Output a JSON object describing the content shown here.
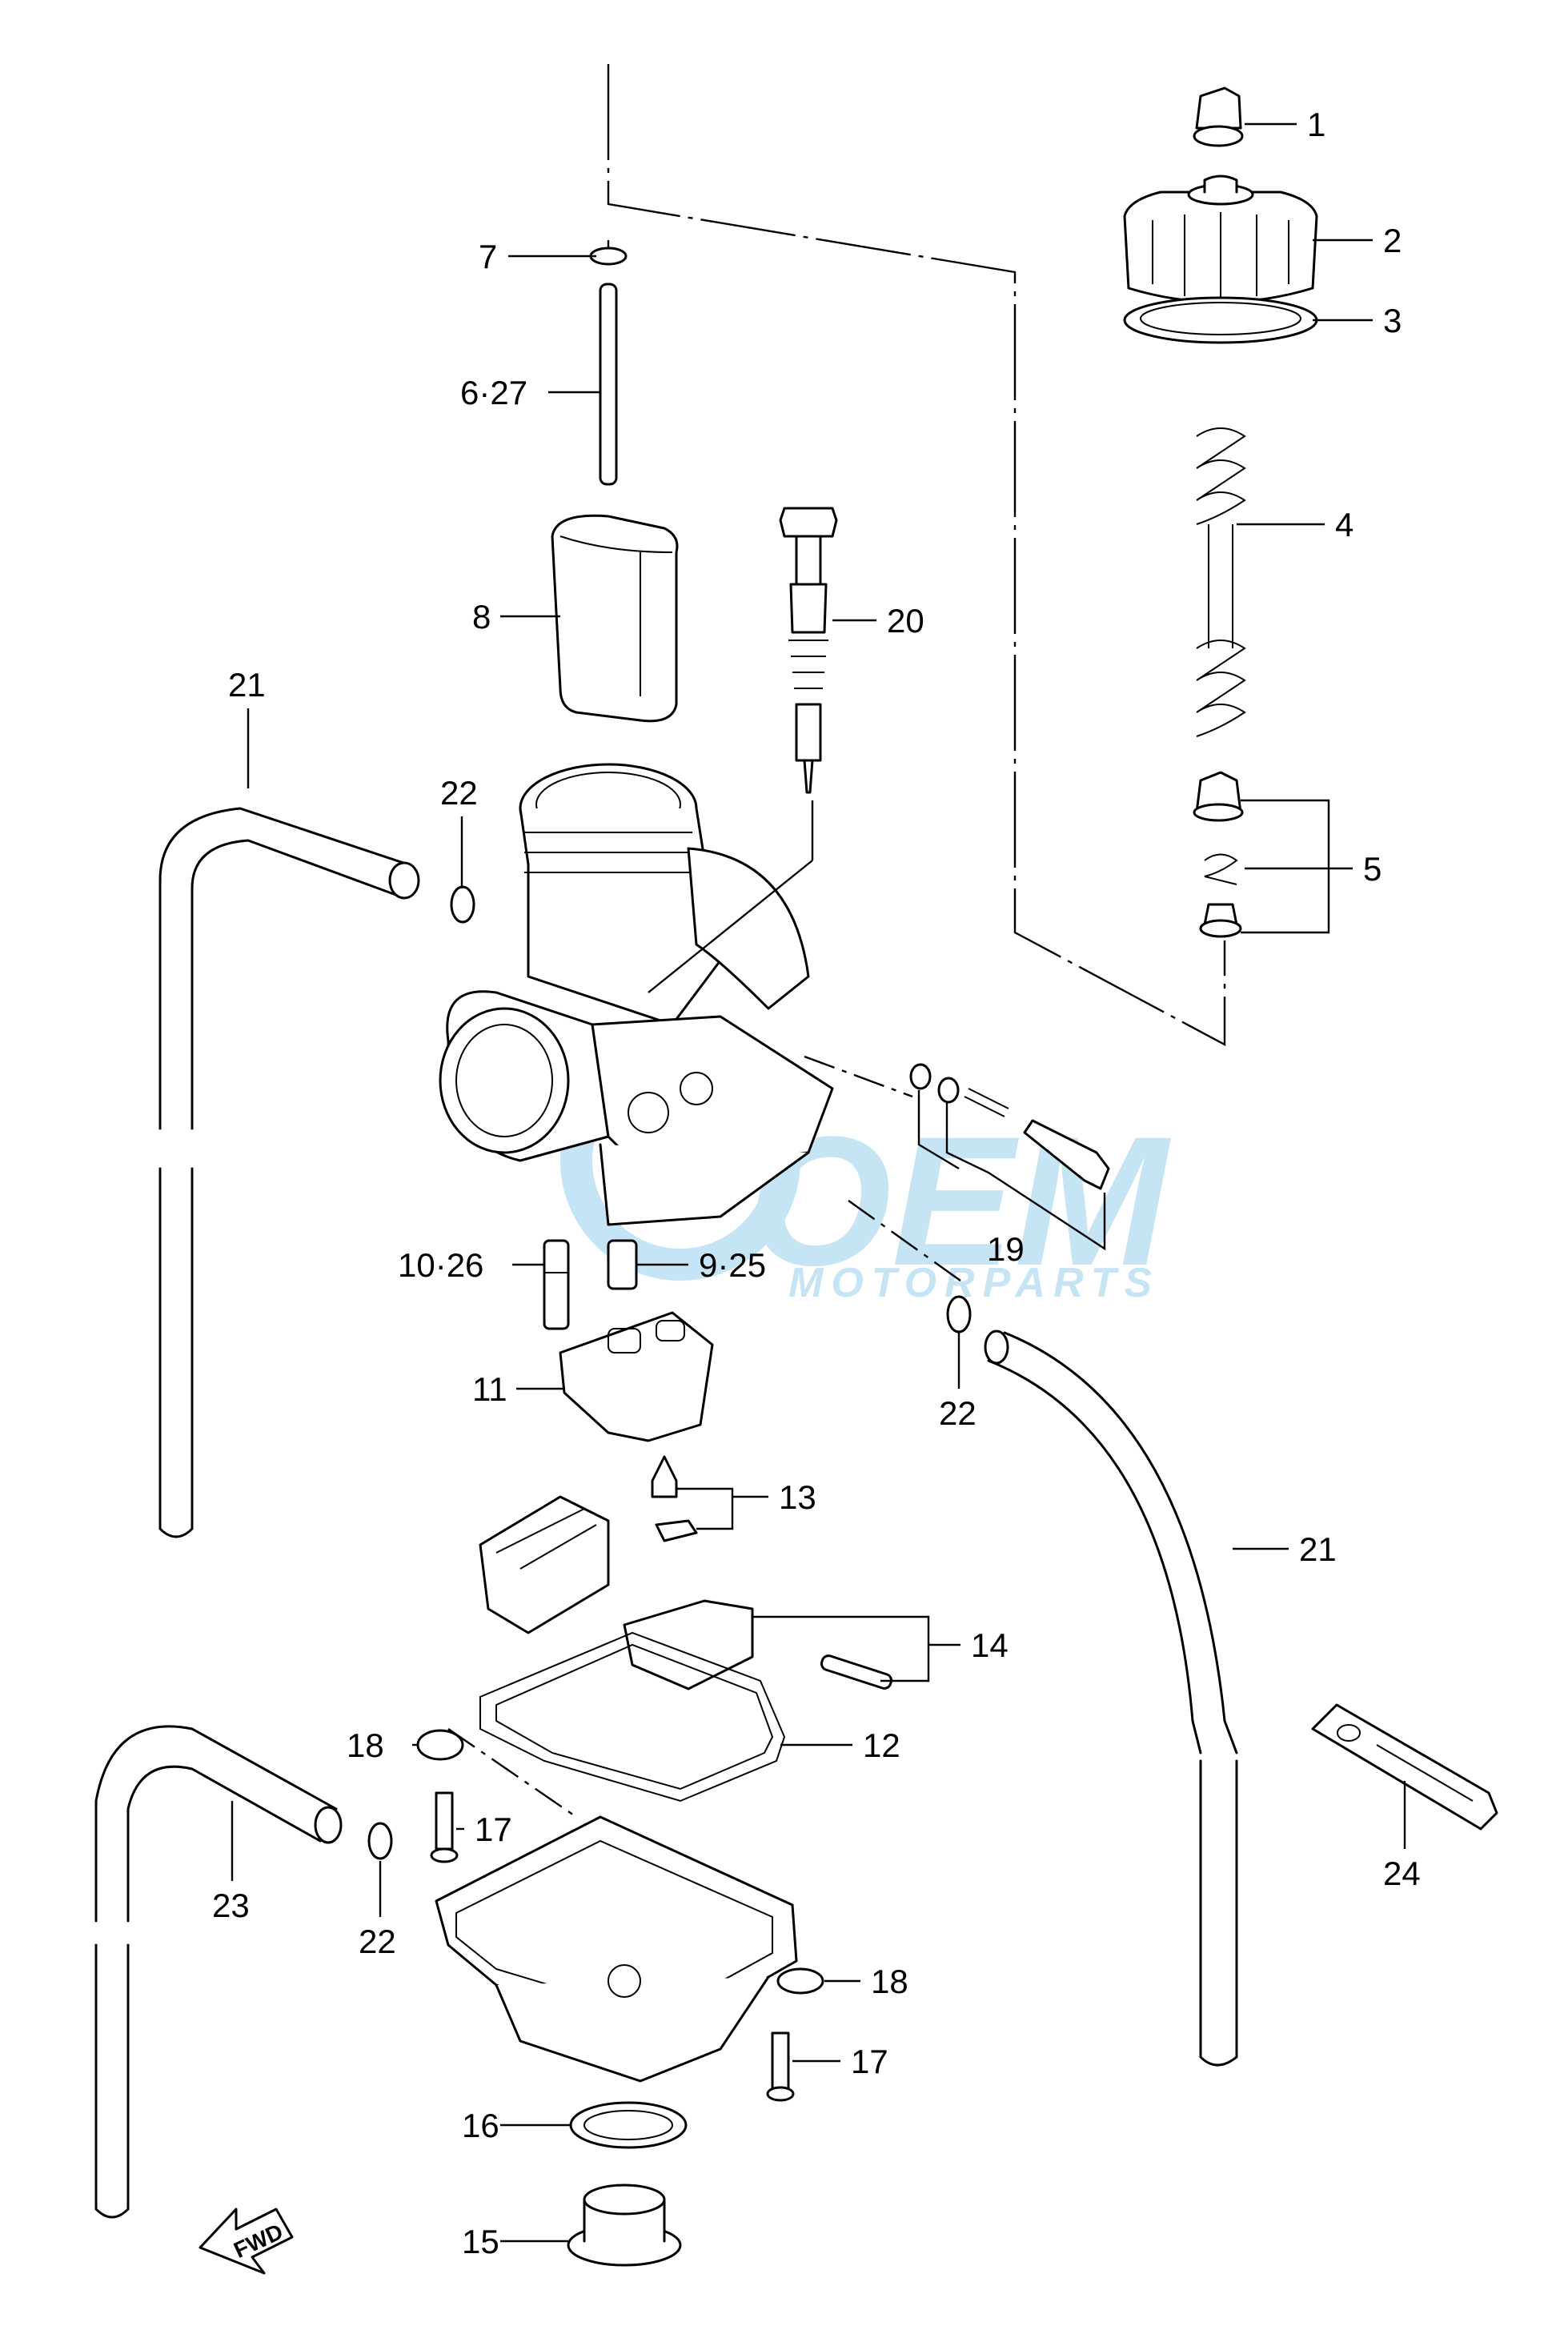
{
  "labels": {
    "p1": "1",
    "p2": "2",
    "p3": "3",
    "p4": "4",
    "p5": "5",
    "p6_27": "6·27",
    "p7": "7",
    "p8": "8",
    "p9_25": "9·25",
    "p10_26": "10·26",
    "p11": "11",
    "p12": "12",
    "p13": "13",
    "p14": "14",
    "p15": "15",
    "p16": "16",
    "p17_a": "17",
    "p17_b": "17",
    "p18_a": "18",
    "p18_b": "18",
    "p19": "19",
    "p20": "20",
    "p21_a": "21",
    "p21_b": "21",
    "p22_a": "22",
    "p22_b": "22",
    "p22_c": "22",
    "p23": "23",
    "p24": "24"
  },
  "fwd_arrow": {
    "text": "FWD",
    "icon": "fwd-arrow-icon"
  },
  "watermark": {
    "logo": "OEM",
    "tagline": "MOTORPARTS",
    "color": "#7fc4e8"
  }
}
